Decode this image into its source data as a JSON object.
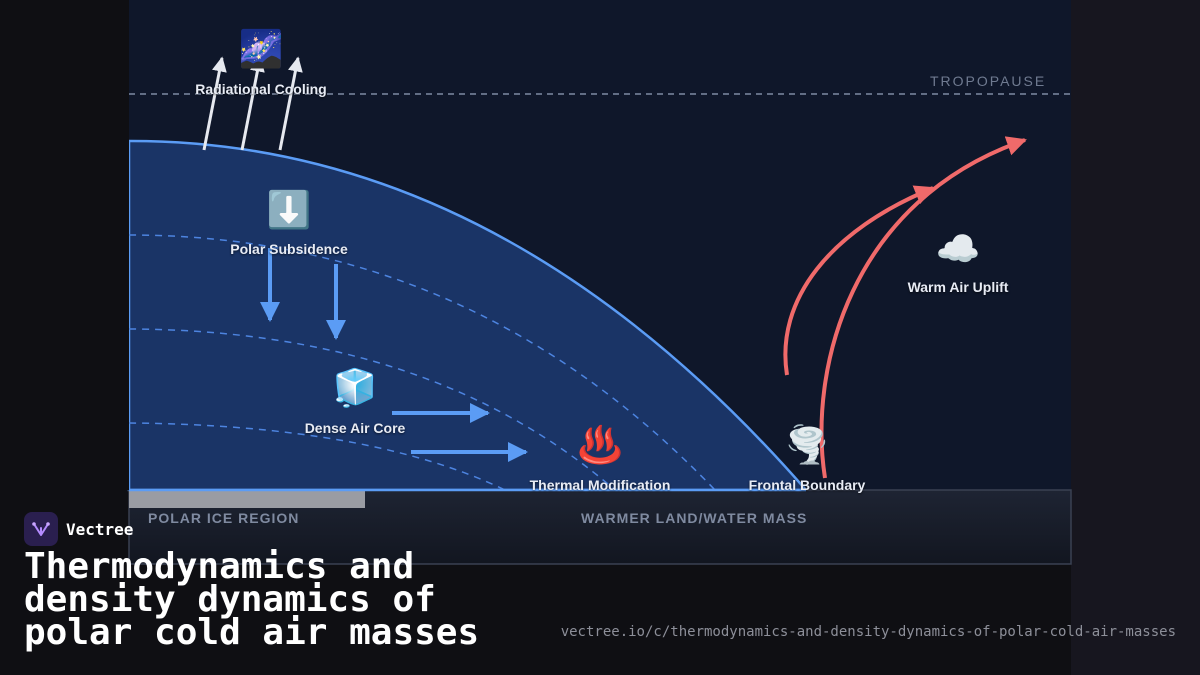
{
  "diagram": {
    "tropopause_label": "TROPOPAUSE",
    "labels": {
      "radiational_cooling": "Radiational Cooling",
      "polar_subsidence": "Polar Subsidence",
      "dense_air_core": "Dense Air Core",
      "thermal_modification": "Thermal Modification",
      "frontal_boundary": "Frontal Boundary",
      "warm_air_uplift": "Warm Air Uplift"
    },
    "icons": {
      "radiational_cooling": "🌌",
      "polar_subsidence": "⬇️",
      "dense_air_core": "🧊",
      "thermal_modification": "♨️",
      "frontal_boundary": "🌪️",
      "warm_air_uplift": "☁️"
    },
    "ground": {
      "polar_region": "POLAR ICE REGION",
      "warm_region": "WARMER LAND/WATER MASS"
    },
    "colors": {
      "panel": "#0f172a",
      "air_mass_fill": "#1a3466",
      "air_mass_stroke": "#5b9cf5",
      "cold_arrow": "#5b9cf5",
      "warm_arrow": "#f06a6a",
      "radiation_arrow": "#e6e9f0",
      "ice_strip": "#9a9ca3"
    }
  },
  "footer": {
    "brand": "Vectree",
    "title": "Thermodynamics and density dynamics of polar cold air masses",
    "url": "vectree.io/c/thermodynamics-and-density-dynamics-of-polar-cold-air-masses"
  }
}
